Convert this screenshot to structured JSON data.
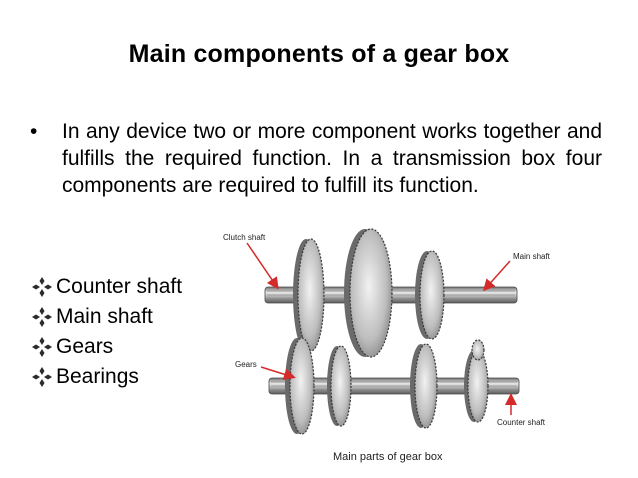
{
  "slide": {
    "title": "Main components of a gear box",
    "bullet_symbol": "•",
    "paragraph": "In any device two or more component works together and fulfills the required function. In a transmission box four components are required to fulfill its function.",
    "list": [
      {
        "label": "Counter shaft"
      },
      {
        "label": "Main shaft"
      },
      {
        "label": "Gears"
      },
      {
        "label": "Bearings"
      }
    ]
  },
  "figure": {
    "callouts": {
      "clutch_shaft": "Clutch shaft",
      "main_shaft": "Main shaft",
      "gears": "Gears",
      "counter_shaft": "Counter shaft"
    },
    "caption": "Main parts of gear box"
  },
  "colors": {
    "arrow": "#d42a2a",
    "shaft": "#8a8a8a",
    "gear_face": "#cfcfcf",
    "gear_rim": "#5a5a5a"
  }
}
